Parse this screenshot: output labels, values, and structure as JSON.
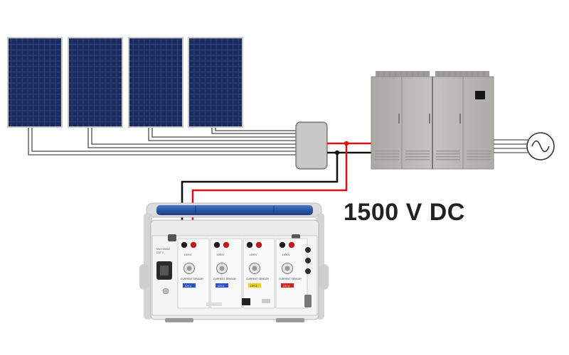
{
  "voltage_label": "1500 V DC",
  "channels": [
    {
      "tag": "CH 1",
      "color": "#2a4fd0",
      "sensor_label": "CURRENT SENSOR",
      "rating": "1500V"
    },
    {
      "tag": "CH 2",
      "color": "#2a4fd0",
      "sensor_label": "CURRENT SENSOR",
      "rating": "1500V"
    },
    {
      "tag": "CH 3",
      "color": "#e8d21a",
      "sensor_label": "CURRENT SENSOR",
      "rating": "1500V"
    },
    {
      "tag": "CH 4",
      "color": "#d62020",
      "sensor_label": "CURRENT SENSOR",
      "rating": "1500V"
    }
  ],
  "colors": {
    "positive_wire": "#e01010",
    "negative_wire": "#111111",
    "string_wire": "#555555",
    "panel_cell": "#1f3266",
    "cabinet": "#b8b7b4",
    "handle": "#2c56a8"
  },
  "icons": [
    "solar-panel-icon",
    "combiner-box-icon",
    "inverter-cabinet-icon",
    "ac-source-icon",
    "power-analyzer-icon"
  ]
}
